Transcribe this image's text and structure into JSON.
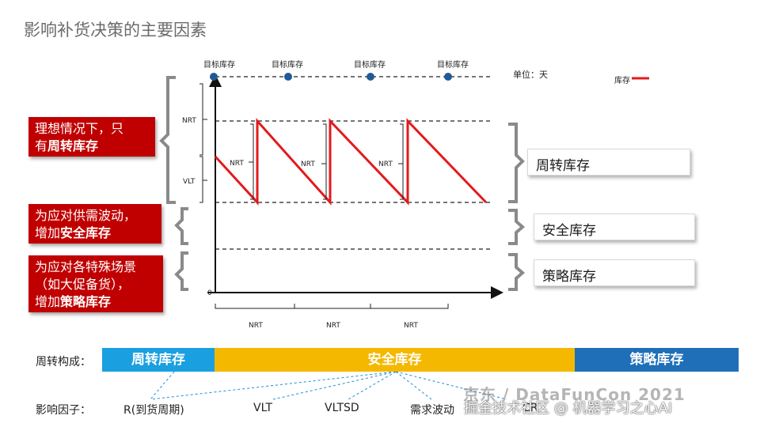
{
  "title": "影响补货决策的主要因素",
  "red_boxes": {
    "ideal_line1": "理想情况下，只",
    "ideal_line2_prefix": "有",
    "ideal_line2_bold": "周转库存",
    "safety_line1": "为应对供需波动，",
    "safety_line2_prefix": "增加",
    "safety_line2_bold": "安全库存",
    "strategy_line1": "为应对各特殊场景",
    "strategy_line2": "（如大促备货），",
    "strategy_line3_prefix": "增加",
    "strategy_line3_bold": "策略库存"
  },
  "right_boxes": {
    "turnover": "周转库存",
    "safety": "安全库存",
    "strategy": "策略库存"
  },
  "chart": {
    "target_labels": [
      "目标库存",
      "目标库存",
      "目标库存",
      "目标库存"
    ],
    "unit": "单位：天",
    "legend": "库存",
    "y_nrt": "NRT",
    "y_vlt": "VLT",
    "y_zero": "0",
    "inner_nrt": [
      "NRT",
      "NRT",
      "NRT"
    ],
    "bottom_nrt": [
      "NRT",
      "NRT",
      "NRT"
    ],
    "line_color": "#e31a1c"
  },
  "composition": {
    "label": "周转构成：",
    "segments": [
      {
        "label": "周转库存",
        "color": "#1aa0e0"
      },
      {
        "label": "安全库存",
        "color": "#f5b800"
      },
      {
        "label": "策略库存",
        "color": "#1f6fb8"
      }
    ]
  },
  "factors": {
    "label": "影响因子：",
    "items": [
      "R(到货周期)",
      "VLT",
      "VLTSD",
      "需求波动",
      "CR"
    ]
  },
  "watermark": {
    "line1": "京东 / DataFunCon 2021",
    "line2": "掘金技术社区 @ 机器学习之心AI"
  }
}
